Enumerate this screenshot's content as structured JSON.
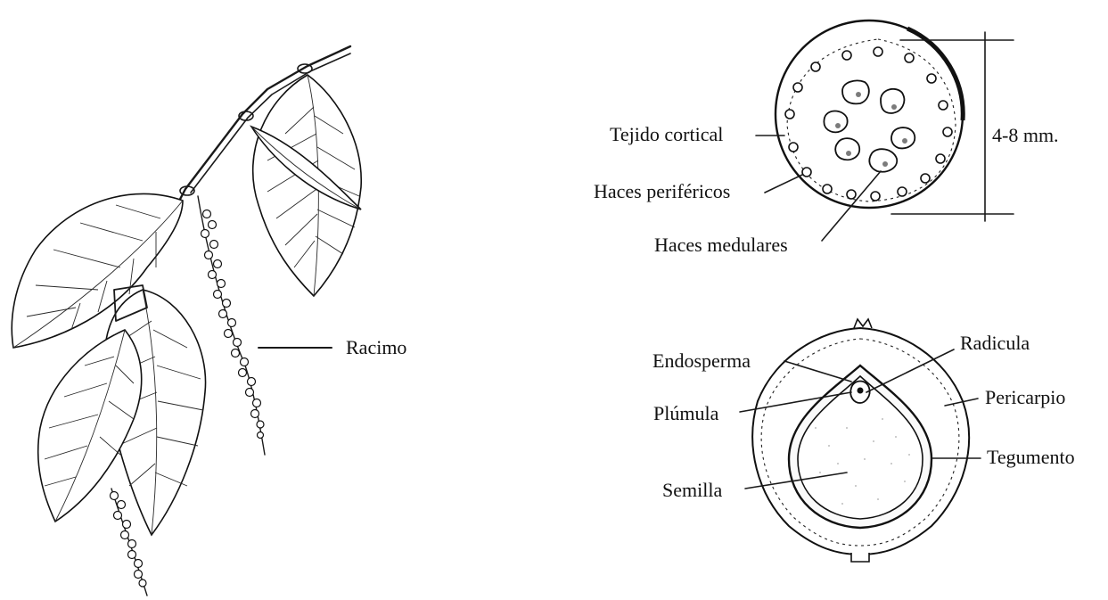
{
  "plant": {
    "racimo_label": "Racimo"
  },
  "stem_section": {
    "tejido_cortical": "Tejido cortical",
    "haces_perifericos": "Haces periféricos",
    "haces_medulares": "Haces medulares",
    "diameter": "4-8 mm."
  },
  "fruit_section": {
    "endosperma": "Endosperma",
    "radicula": "Radicula",
    "plumula": "Plúmula",
    "pericarpio": "Pericarpio",
    "tegumento": "Tegumento",
    "semilla": "Semilla"
  }
}
